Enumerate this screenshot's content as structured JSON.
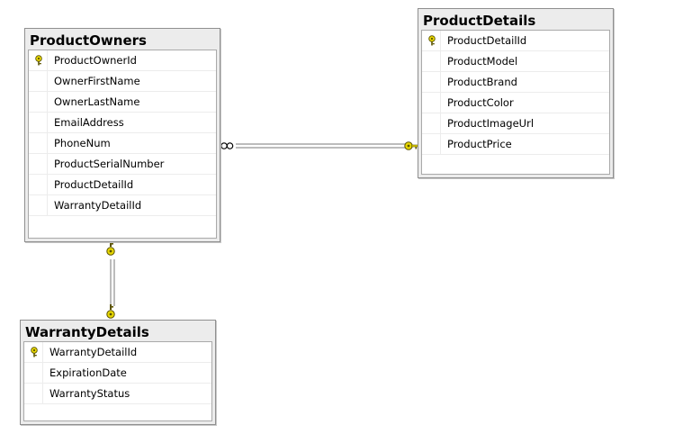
{
  "tables": [
    {
      "id": "product-owners",
      "title": "ProductOwners",
      "columns": [
        {
          "name": "ProductOwnerId",
          "primary_key": true
        },
        {
          "name": "OwnerFirstName",
          "primary_key": false
        },
        {
          "name": "OwnerLastName",
          "primary_key": false
        },
        {
          "name": "EmailAddress",
          "primary_key": false
        },
        {
          "name": "PhoneNum",
          "primary_key": false
        },
        {
          "name": "ProductSerialNumber",
          "primary_key": false
        },
        {
          "name": "ProductDetailId",
          "primary_key": false
        },
        {
          "name": "WarrantyDetailId",
          "primary_key": false
        }
      ]
    },
    {
      "id": "product-details",
      "title": "ProductDetails",
      "columns": [
        {
          "name": "ProductDetailId",
          "primary_key": true
        },
        {
          "name": "ProductModel",
          "primary_key": false
        },
        {
          "name": "ProductBrand",
          "primary_key": false
        },
        {
          "name": "ProductColor",
          "primary_key": false
        },
        {
          "name": "ProductImageUrl",
          "primary_key": false
        },
        {
          "name": "ProductPrice",
          "primary_key": false
        }
      ]
    },
    {
      "id": "warranty-details",
      "title": "WarrantyDetails",
      "columns": [
        {
          "name": "WarrantyDetailId",
          "primary_key": true
        },
        {
          "name": "ExpirationDate",
          "primary_key": false
        },
        {
          "name": "WarrantyStatus",
          "primary_key": false
        }
      ]
    }
  ],
  "relationships": [
    {
      "from": "product-owners",
      "to": "product-details",
      "from_end": "many",
      "to_end": "one"
    },
    {
      "from": "product-owners",
      "to": "warranty-details",
      "from_end": "one",
      "to_end": "one"
    }
  ],
  "colors": {
    "key_icon": "#e8d800",
    "connector": "#7a7a7a",
    "title_bar": "#ececec",
    "border": "#8f8f8f"
  }
}
